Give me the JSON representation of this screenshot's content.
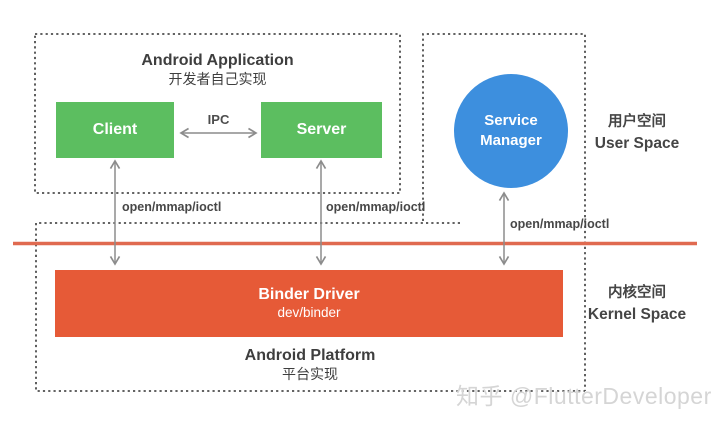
{
  "colors": {
    "box_green": "#5CBE60",
    "circle_blue": "#3D8FDE",
    "binder_orange": "#E65A37",
    "divider_orange": "#E06A50",
    "dashed_border_gray": "#4d4d4d",
    "arrow_gray": "#8c8c8c"
  },
  "user_space_section": {
    "android_application": {
      "title": "Android Application",
      "subtitle": "开发者自己实现"
    },
    "client": "Client",
    "server": "Server",
    "ipc": "IPC",
    "service_manager": {
      "line1": "Service",
      "line2": "Manager"
    }
  },
  "syscalls": {
    "client": "open/mmap/ioctl",
    "server": "open/mmap/ioctl",
    "service_manager": "open/mmap/ioctl"
  },
  "side_labels": {
    "user_space": {
      "zh": "用户空间",
      "en": "User Space"
    },
    "kernel_space": {
      "zh": "内核空间",
      "en": "Kernel Space"
    }
  },
  "kernel_section": {
    "binder_driver": {
      "title": "Binder Driver",
      "subtitle": "dev/binder"
    },
    "android_platform": {
      "title": "Android Platform",
      "subtitle": "平台实现"
    }
  },
  "watermark": "知乎 @FlutterDeveloper"
}
